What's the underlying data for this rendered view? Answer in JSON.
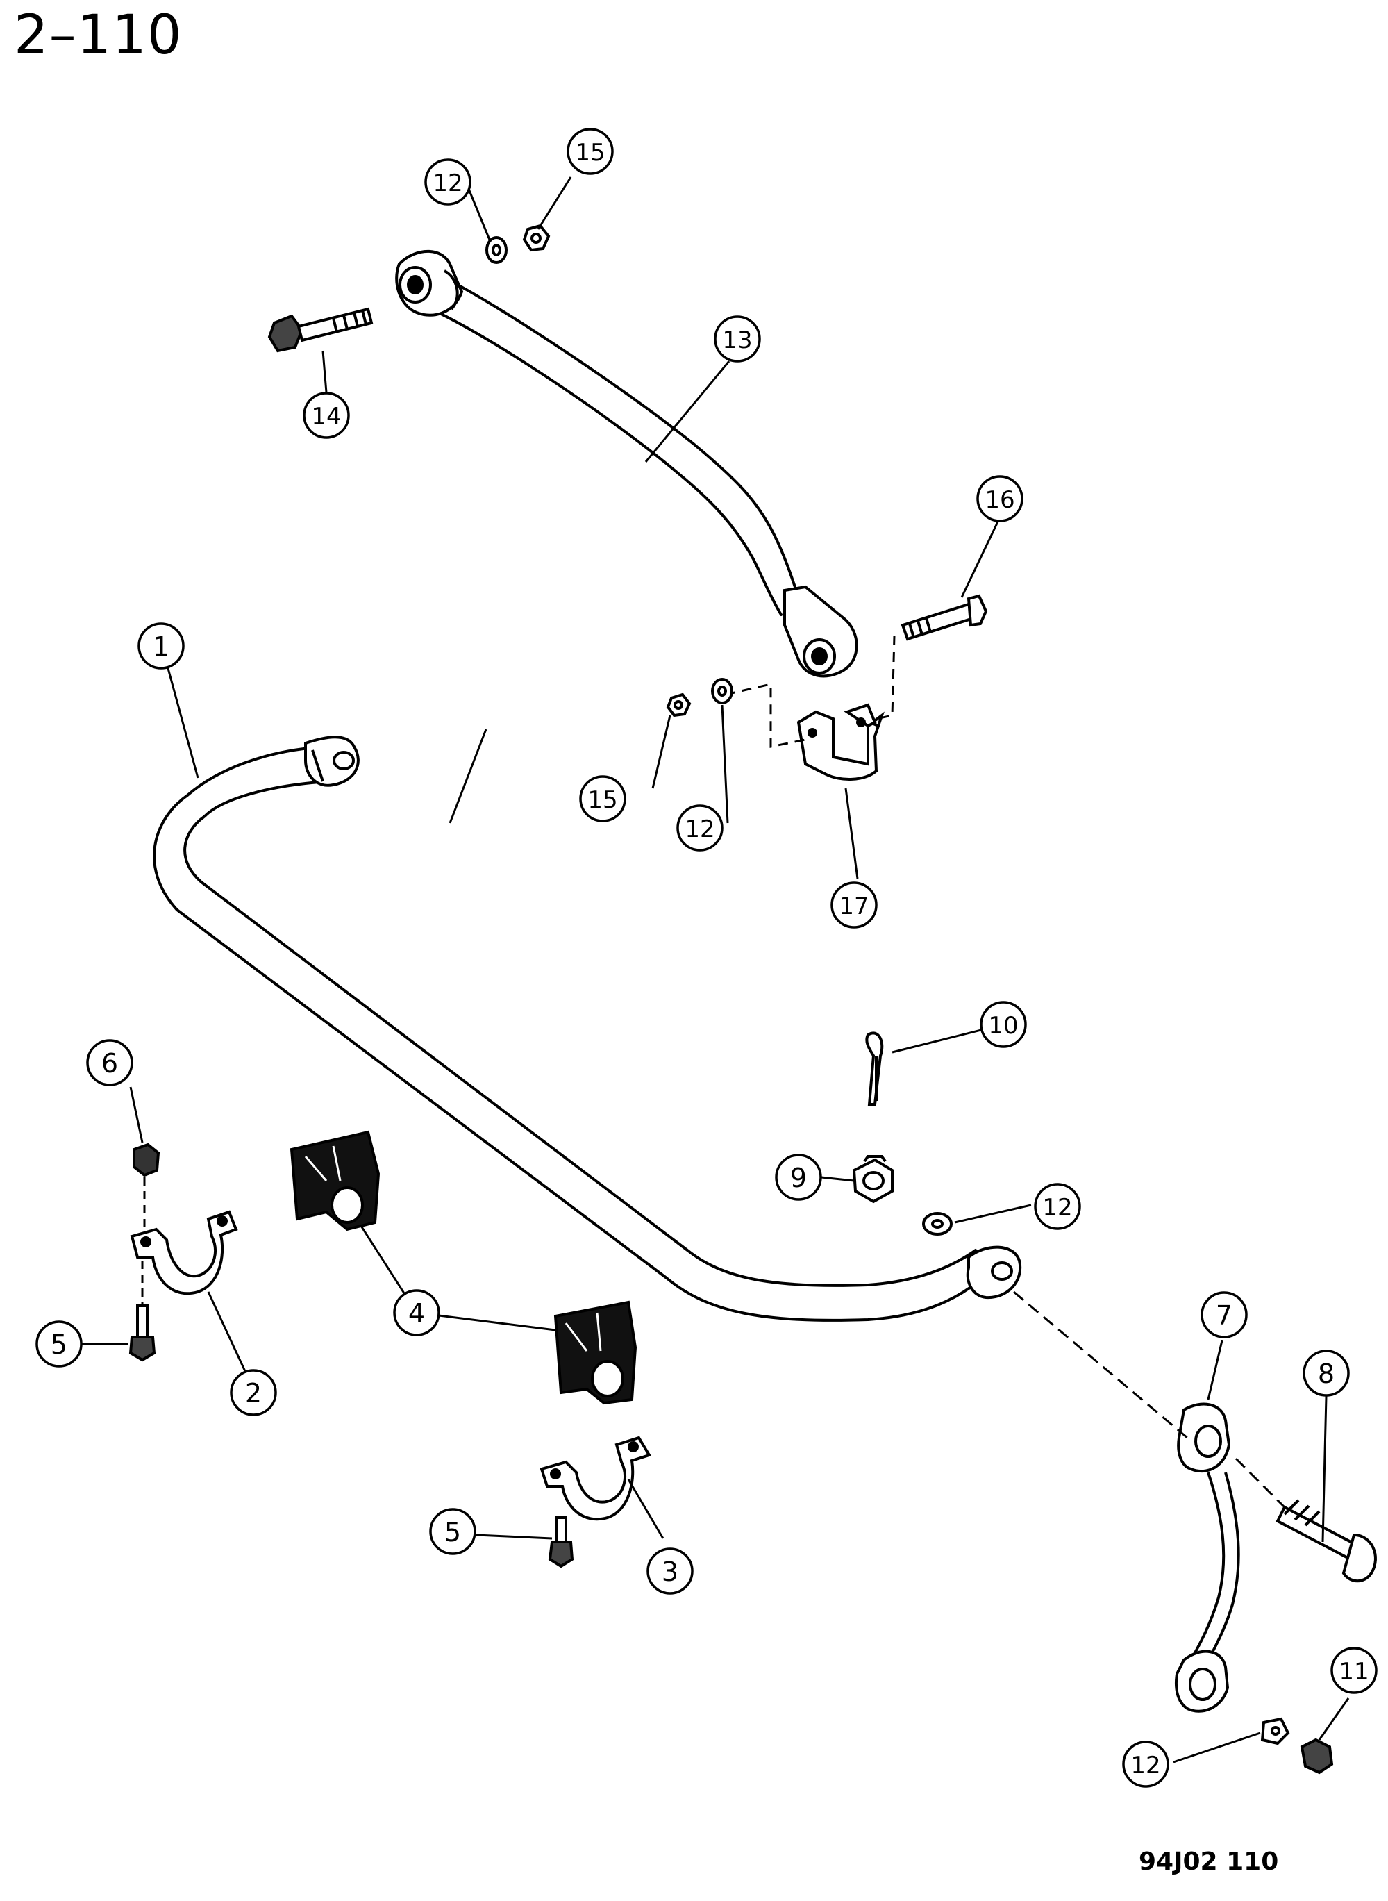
{
  "page": {
    "number": "2–110",
    "figure_code": "94J02 110"
  },
  "callouts": [
    {
      "id": "c1",
      "label": "1"
    },
    {
      "id": "c2",
      "label": "2"
    },
    {
      "id": "c3",
      "label": "3"
    },
    {
      "id": "c4",
      "label": "4"
    },
    {
      "id": "c5a",
      "label": "5"
    },
    {
      "id": "c5b",
      "label": "5"
    },
    {
      "id": "c6",
      "label": "6"
    },
    {
      "id": "c7",
      "label": "7"
    },
    {
      "id": "c8",
      "label": "8"
    },
    {
      "id": "c9",
      "label": "9"
    },
    {
      "id": "c10",
      "label": "10"
    },
    {
      "id": "c11",
      "label": "11"
    },
    {
      "id": "c12a",
      "label": "12"
    },
    {
      "id": "c12b",
      "label": "12"
    },
    {
      "id": "c12c",
      "label": "12"
    },
    {
      "id": "c12d",
      "label": "12"
    },
    {
      "id": "c13",
      "label": "13"
    },
    {
      "id": "c14",
      "label": "14"
    },
    {
      "id": "c15a",
      "label": "15"
    },
    {
      "id": "c15b",
      "label": "15"
    },
    {
      "id": "c16",
      "label": "16"
    },
    {
      "id": "c17",
      "label": "17"
    }
  ]
}
